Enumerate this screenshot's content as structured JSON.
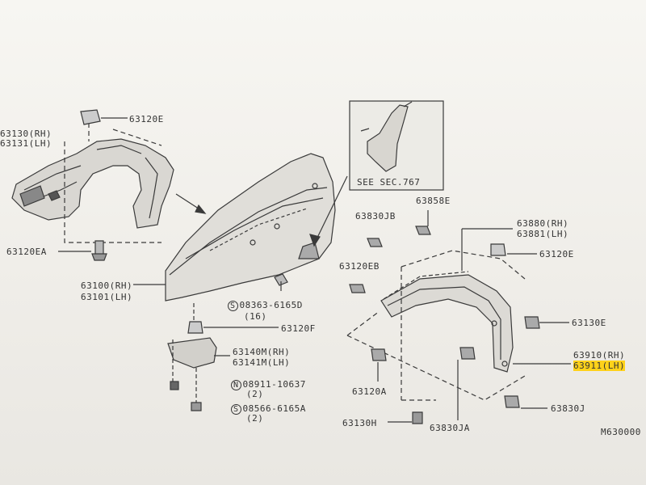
{
  "labels": {
    "l63130rh": "63130(RH)",
    "l63131lh": "63131(LH)",
    "l63120e_top": "63120E",
    "l63120ea": "63120EA",
    "l63100rh": "63100(RH)",
    "l63101lh": "63101(LH)",
    "l08363_code": "08363-6165D",
    "l08363_qty": "(16)",
    "l63120f": "63120F",
    "l63140m": "63140M(RH)",
    "l63141m": "63141M(LH)",
    "l08911_code": "08911-10637",
    "l08911_qty": "(2)",
    "l08566_code": "08566-6165A",
    "l08566_qty": "(2)",
    "lseesec": "SEE SEC.767",
    "l63858e": "63858E",
    "l63830jb": "63830JB",
    "l63880rh": "63880(RH)",
    "l63881lh": "63881(LH)",
    "l63120e_right": "63120E",
    "l63120eb": "63120EB",
    "l63130e": "63130E",
    "l63910rh": "63910(RH)",
    "l63911lh": "63911(LH)",
    "l63120a": "63120A",
    "l63830j": "63830J",
    "l63130h": "63130H",
    "l63830ja": "63830JA",
    "lref": "M630000",
    "sym_s": "S",
    "sym_n": "N"
  },
  "colors": {
    "line": "#3a3a3a",
    "highlight": "#ffd21a",
    "paper": "#f3f1ec"
  }
}
